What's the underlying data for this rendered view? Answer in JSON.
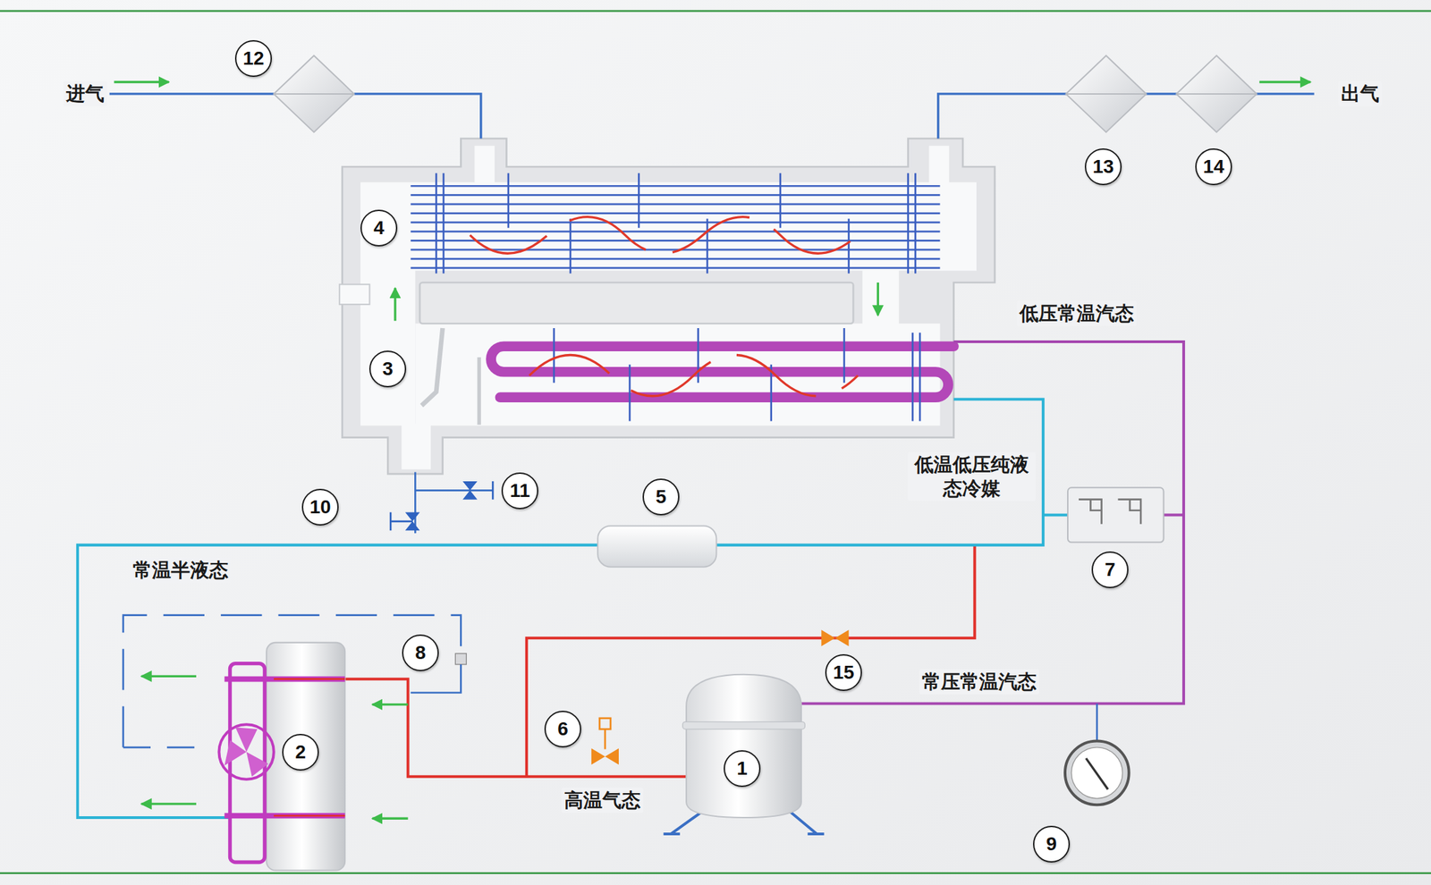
{
  "diagram": {
    "nodes": [
      {
        "text": [
          "12"
        ]
      },
      {
        "text": [
          "13"
        ]
      },
      {
        "text": [
          "14"
        ]
      },
      {
        "text": [
          "4"
        ]
      },
      {
        "text": [
          "3"
        ]
      },
      {
        "text": [
          "11"
        ]
      },
      {
        "text": [
          "5"
        ]
      },
      {
        "text": [
          "10"
        ]
      },
      {
        "text": [
          "7"
        ]
      },
      {
        "text": [
          "8"
        ]
      },
      {
        "text": [
          "15"
        ]
      },
      {
        "text": [
          "6"
        ]
      },
      {
        "text": [
          "2"
        ]
      },
      {
        "text": [
          "1"
        ]
      },
      {
        "text": [
          "9"
        ]
      }
    ],
    "labels": [
      "进气",
      "出气",
      "低压常温汽态",
      "低温低压纯液态冷媒",
      "常温半液态",
      "常压常温汽态",
      "高温气态"
    ]
  }
}
